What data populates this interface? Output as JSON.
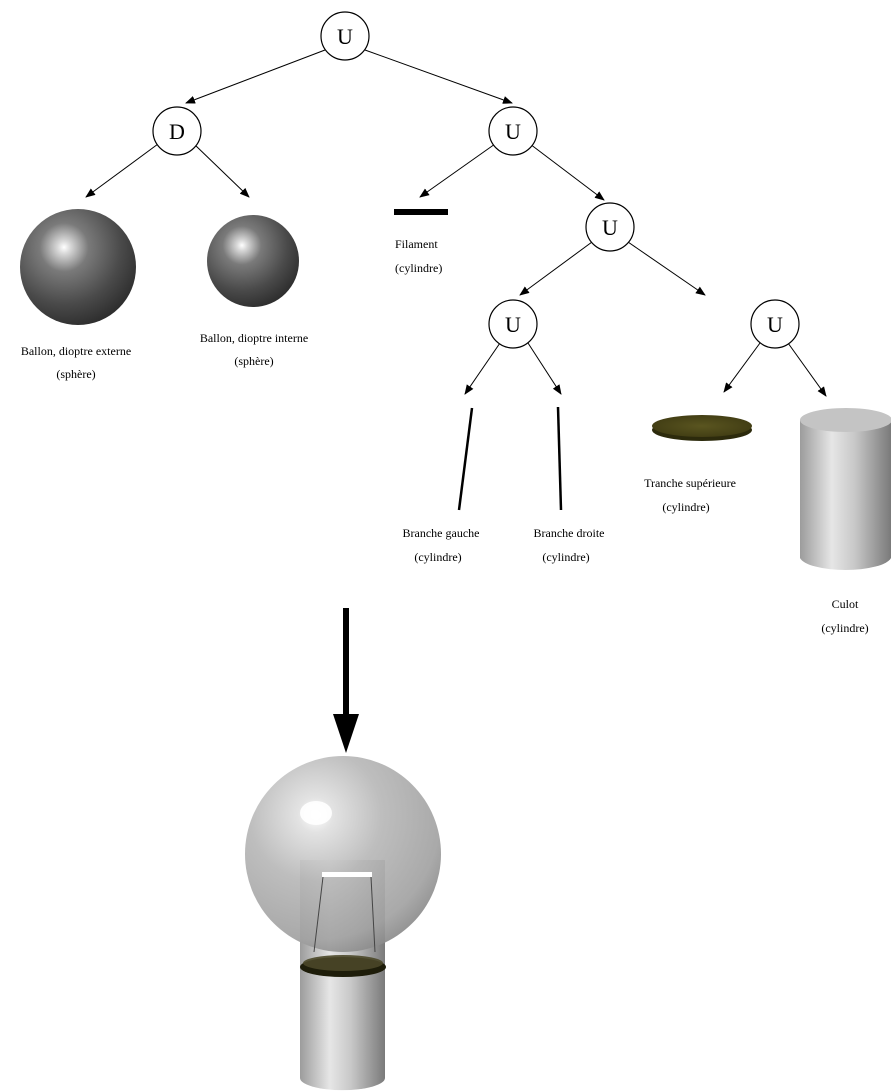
{
  "nodes": {
    "root": "U",
    "difference": "D",
    "union_right": "U",
    "union_filament_group": "U",
    "union_branches": "U",
    "union_base": "U"
  },
  "labels": {
    "ballon_externe": {
      "name": "Ballon, dioptre externe",
      "type": "(sphère)"
    },
    "ballon_interne": {
      "name": "Ballon, dioptre interne",
      "type": "(sphère)"
    },
    "filament": {
      "name": "Filament",
      "type": "(cylindre)"
    },
    "branche_gauche": {
      "name": "Branche gauche",
      "type": "(cylindre)"
    },
    "branche_droite": {
      "name": "Branche droite",
      "type": "(cylindre)"
    },
    "tranche": {
      "name": "Tranche supérieure",
      "type": "(cylindre)"
    },
    "culot": {
      "name": "Culot",
      "type": "(cylindre)"
    }
  }
}
